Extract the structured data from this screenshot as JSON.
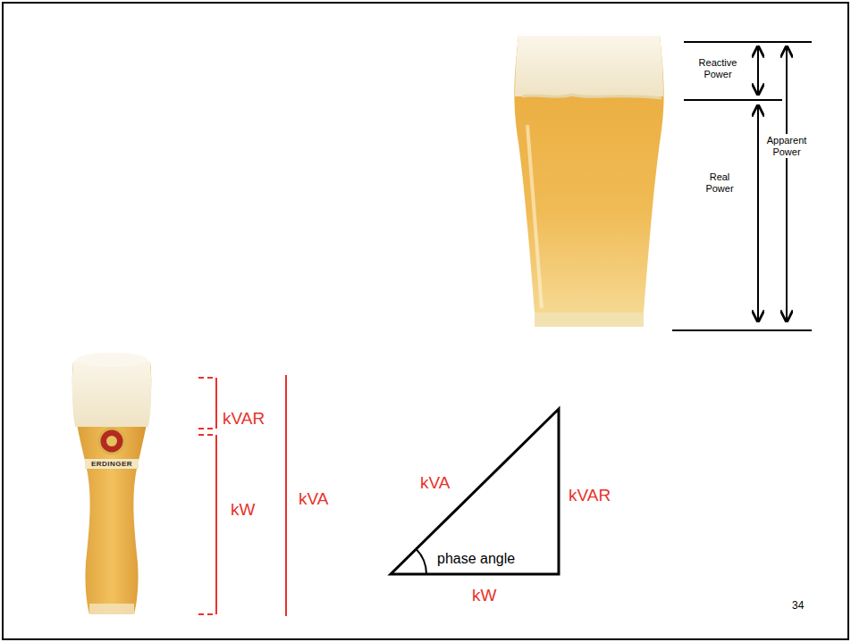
{
  "diagram": {
    "labels": [
      "Reactive Power",
      "Apparent Power",
      "Real Power",
      "ERDINGER",
      "kVAR",
      "kW",
      "kVA",
      "kVA",
      "kVAR",
      "phase angle",
      "kW",
      "34"
    ]
  }
}
